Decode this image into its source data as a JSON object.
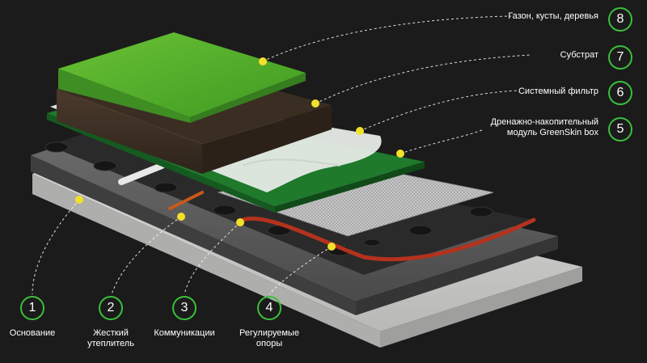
{
  "colors": {
    "background": "#1b1b1b",
    "accent": "#3bbf3b",
    "marker": "#f2e12a"
  },
  "layers": [
    {
      "number": "8",
      "label": "Газон,  кусты, деревья"
    },
    {
      "number": "7",
      "label": "Субстрат"
    },
    {
      "number": "6",
      "label": "Системный фильтр"
    },
    {
      "number": "5",
      "label_line1": "Дренажно-накопительный",
      "label_line2": "модуль GreenSkin box"
    },
    {
      "number": "1",
      "label": "Основание"
    },
    {
      "number": "2",
      "label_line1": "Жесткий",
      "label_line2": "утеплитель"
    },
    {
      "number": "3",
      "label": "Коммуникации"
    },
    {
      "number": "4",
      "label_line1": "Регулируемые",
      "label_line2": "опоры"
    }
  ]
}
